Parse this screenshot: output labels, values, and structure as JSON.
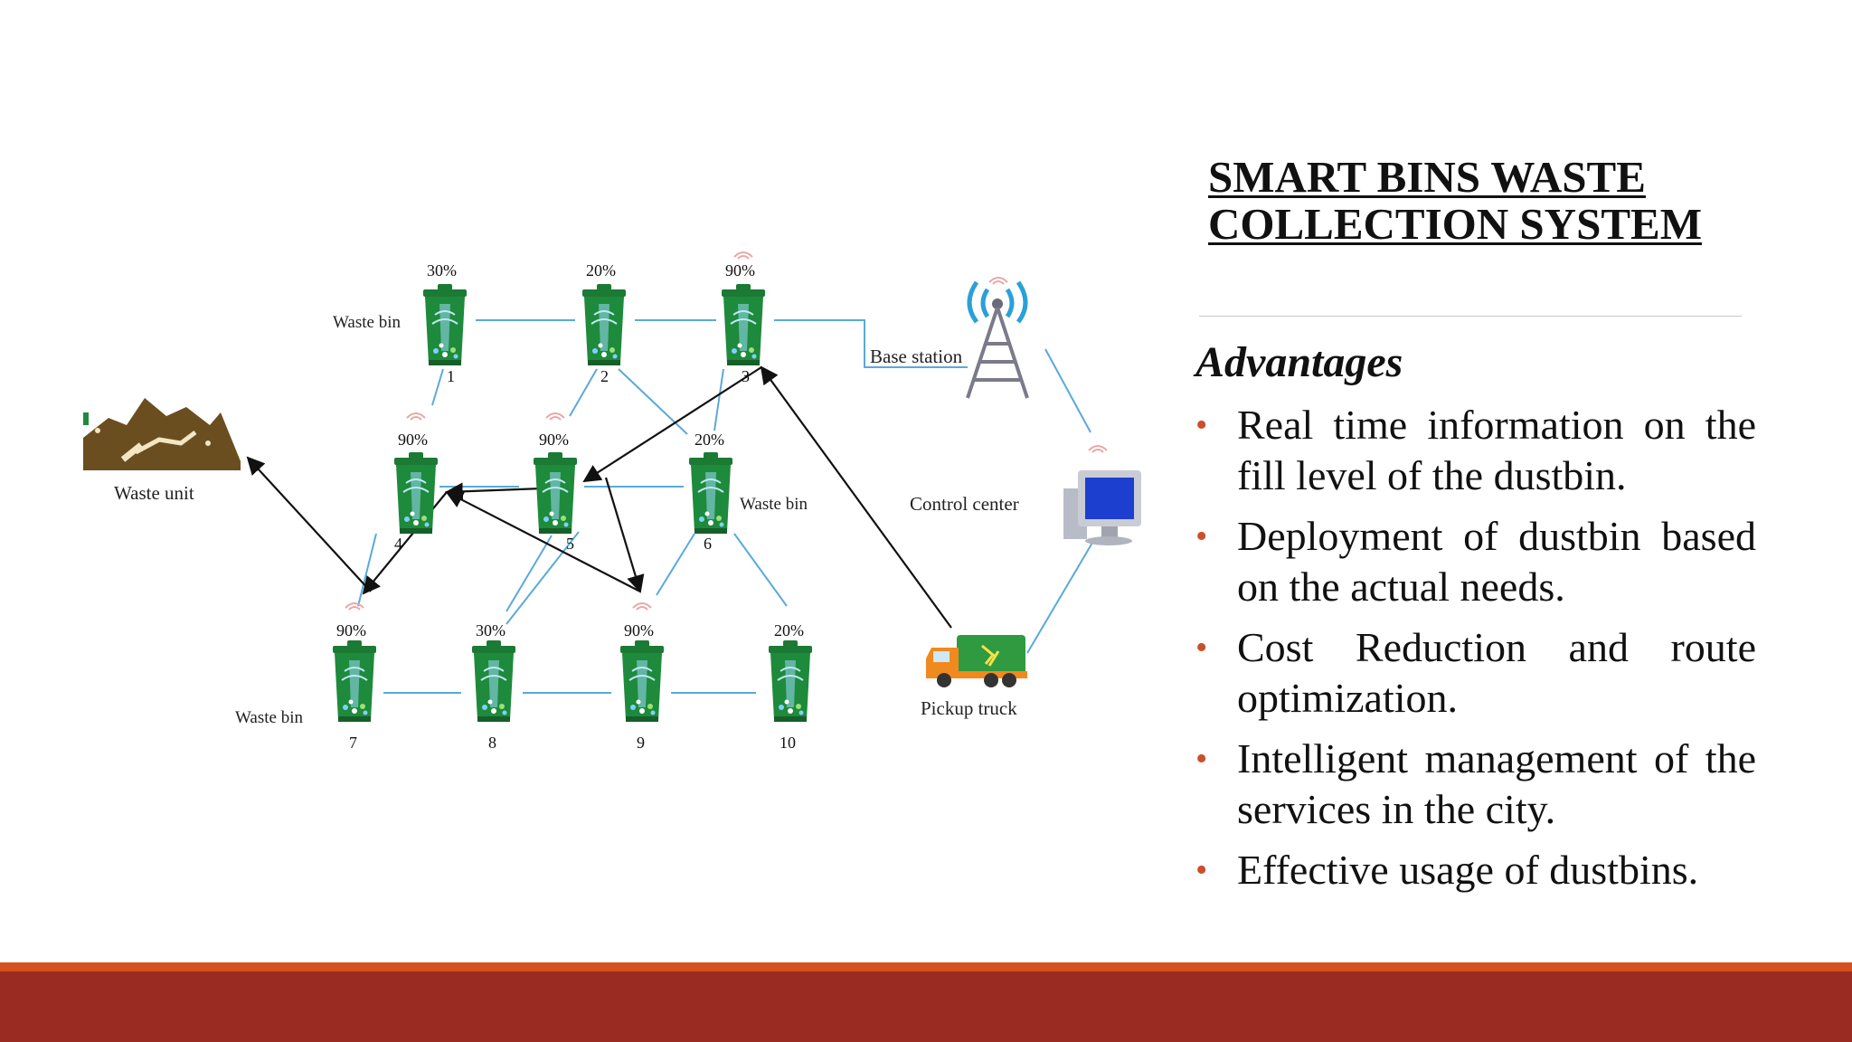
{
  "diagram": {
    "waste_unit_label": "Waste unit",
    "base_station_label": "Base station",
    "control_center_label": "Control center",
    "pickup_truck_label": "Pickup truck",
    "bin_labels": [
      "Waste bin",
      "Waste bin",
      "Waste bin"
    ],
    "bins": [
      {
        "number": "1",
        "fill": "30%"
      },
      {
        "number": "2",
        "fill": "20%"
      },
      {
        "number": "3",
        "fill": "90%"
      },
      {
        "number": "4",
        "fill": "90%"
      },
      {
        "number": "5",
        "fill": "90%"
      },
      {
        "number": "6",
        "fill": "20%"
      },
      {
        "number": "7",
        "fill": "90%"
      },
      {
        "number": "8",
        "fill": "30%"
      },
      {
        "number": "9",
        "fill": "90%"
      },
      {
        "number": "10",
        "fill": "20%"
      }
    ],
    "colors": {
      "bin": "#1e8a3c",
      "link": "#5aaad8",
      "route": "#111111",
      "tower": "#2aa0d8"
    }
  },
  "title": {
    "line1": "SMART BINS WASTE",
    "line2": "COLLECTION SYSTEM"
  },
  "advantages": {
    "heading": "Advantages",
    "items": [
      "Real time information on the fill level of the dustbin.",
      "Deployment of dustbin based on the actual needs.",
      "Cost Reduction and route optimization.",
      "Intelligent management of the services in the city.",
      "Effective usage of dustbins."
    ]
  },
  "theme": {
    "footer_dark": "#992b22",
    "footer_accent": "#d4511f",
    "bullet_color": "#c8502a"
  }
}
